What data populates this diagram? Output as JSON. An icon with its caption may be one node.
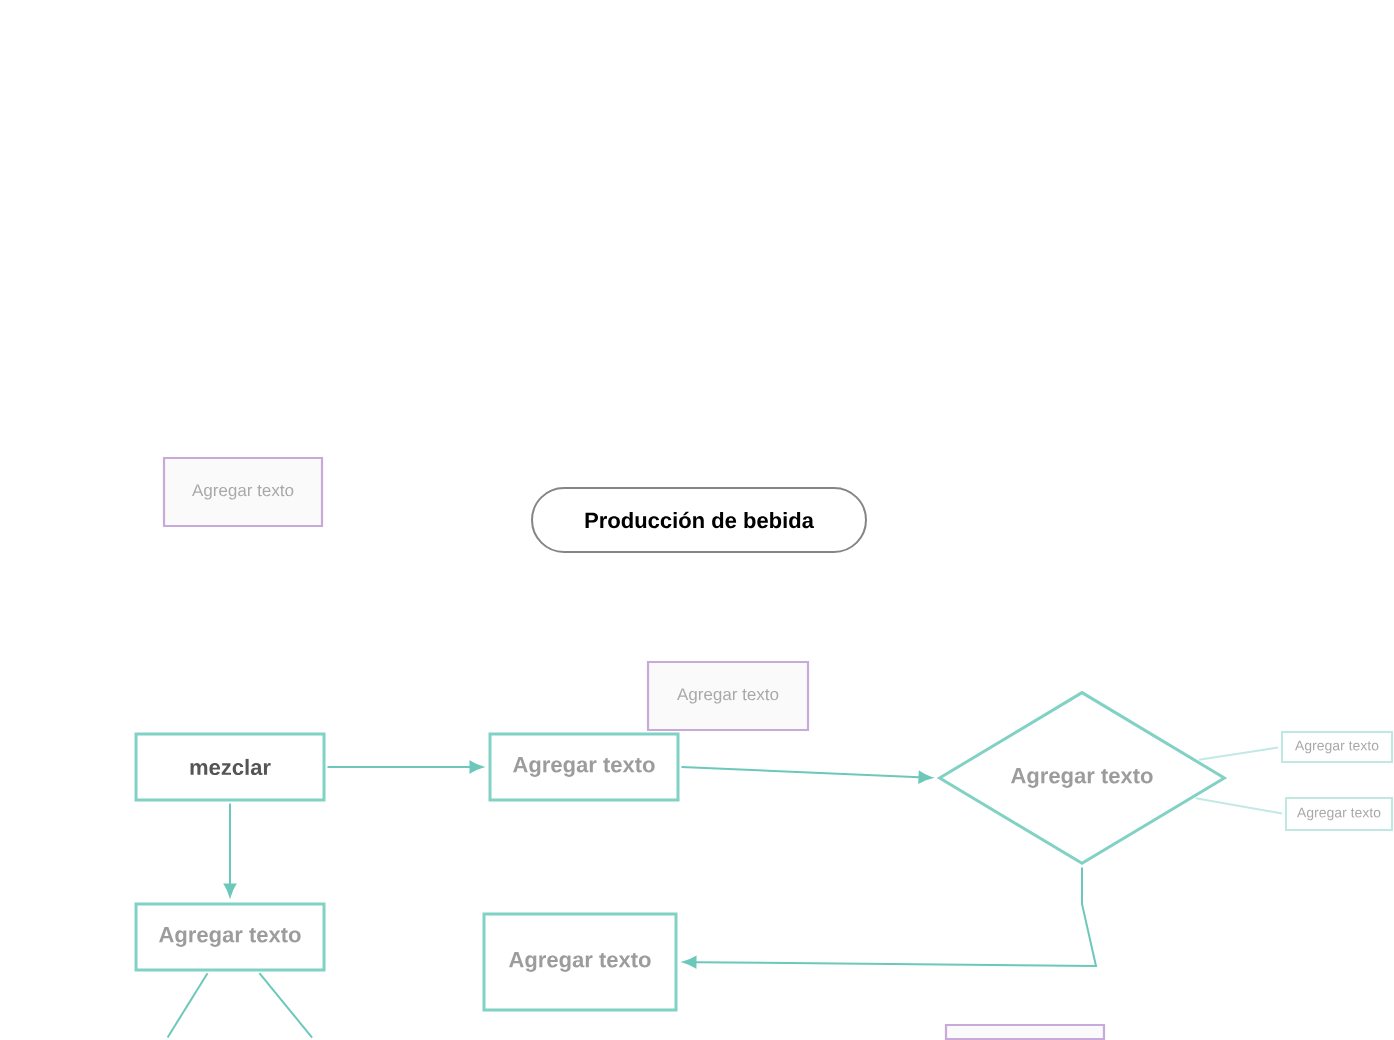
{
  "diagram": {
    "nodes": [
      {
        "text": [
          "Agregar texto"
        ]
      },
      {
        "text": [
          "Producción de bebida"
        ]
      },
      {
        "text": [
          "Agregar texto"
        ]
      },
      {
        "text": [
          "mezclar"
        ]
      },
      {
        "text": [
          "Agregar texto"
        ]
      },
      {
        "text": [
          "Agregar texto"
        ]
      },
      {
        "text": [
          "Agregar texto"
        ]
      },
      {
        "text": [
          "Agregar texto"
        ]
      },
      {
        "text": [
          "Agregar texto"
        ]
      },
      {
        "text": [
          "Agregar texto"
        ]
      },
      {
        "text": [],
        "shape": "box"
      }
    ],
    "edges": [
      {
        "from": 3,
        "to": 4,
        "arrow": "to"
      },
      {
        "from": 3,
        "to": 9,
        "arrow": "to"
      },
      {
        "from": 4,
        "to": 5,
        "arrow": "to"
      },
      {
        "from": 5,
        "to": 6,
        "arrow": "none",
        "color": "#c2e9e3"
      },
      {
        "from": 5,
        "to": 7,
        "arrow": "none",
        "color": "#c2e9e3"
      },
      {
        "from": 5,
        "to": 8,
        "arrow": "to"
      },
      {
        "from": 9,
        "to": null,
        "arrow": "none"
      },
      {
        "from": 9,
        "to": null,
        "arrow": "none"
      }
    ]
  }
}
